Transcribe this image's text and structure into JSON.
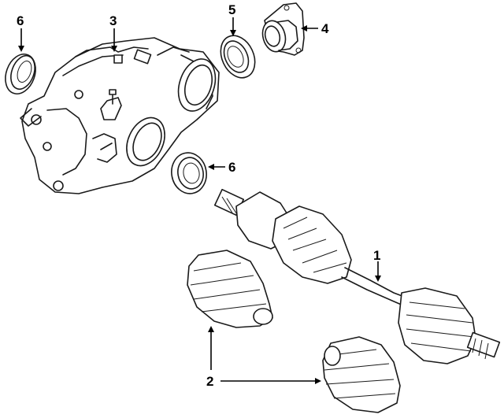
{
  "callouts": {
    "c1": "1",
    "c2": "2",
    "c3": "3",
    "c4": "4",
    "c5": "5",
    "c6a": "6",
    "c6b": "6"
  },
  "colors": {
    "line": "#1a1a1a",
    "background": "#ffffff"
  }
}
